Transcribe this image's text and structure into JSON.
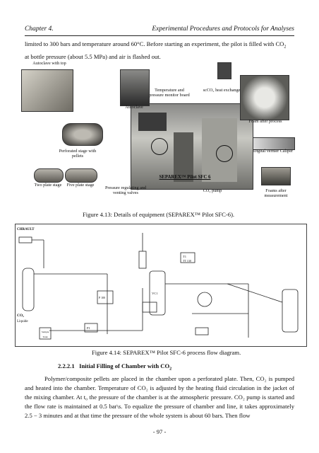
{
  "header": {
    "chapter": "Chapter 4.",
    "title": "Experimental Procedures and Protocols for Analyses"
  },
  "intro": {
    "line1": "limited to 300 bars and temperature around 60°C. Before starting an experiment, the pilot is filled with CO",
    "line1_sub": "2",
    "line2": "at bottle pressure (about 5.5 MPa) and air is flashed out."
  },
  "figure13": {
    "labels": {
      "autoclave_top": "Autoclave with top",
      "autoclave": "Autoclave",
      "temp_board": "Temperature and pressure monitor board",
      "scco2": "scCO₂ heat exchanger",
      "foam": "Foam after process",
      "perforated": "Perforated stage with pellets",
      "vernier": "Digital vernier Caliper",
      "separex": "SEPAREX™ Pilot SFC 6",
      "two_plate": "Two plate stage",
      "five_plate": "Five plate stage",
      "pressure_valves": "Pressure regulating and venting valves",
      "co2_pump": "CO₂ pump",
      "foams_after": "Foams after measurement"
    },
    "caption": "Figure 4.13: Details of equipment (SEPAREX™ Pilot SFC-6)."
  },
  "figure14": {
    "labels": {
      "company": "CHRAULT",
      "co2": "CO₂",
      "liquide": "Liquide",
      "tag_t1": "T1",
      "tag_tt": "TT 130",
      "pressure": "P1",
      "vessel": "VC1",
      "pump_tag": "P 100",
      "sample": "Sample Tank"
    },
    "caption": "Figure 4.14: SEPAREX™ Pilot SFC-6 process flow diagram."
  },
  "section": {
    "number": "2.2.2.1",
    "title": "Initial Filling of Chamber with CO",
    "title_sub": "2"
  },
  "body": {
    "p1": "Polymer/composite pellets are placed in the chamber upon a perforated plate. Then, CO₂ is pumped and heated into the chamber. Temperature of CO₂ is adjusted by the heating fluid circulation in the jacket of the mixing chamber. At t₀ the pressure of the chamber is at the atmospheric pressure. CO₂ pump is started and the flow rate is maintained at 0.5 bar\\s. To equalize the pressure of chamber and line, it takes approximately 2.5 − 3 minutes and at that time the pressure of the whole system is about 60 bars. Then flow"
  },
  "footer": {
    "page": "- 97 -"
  }
}
